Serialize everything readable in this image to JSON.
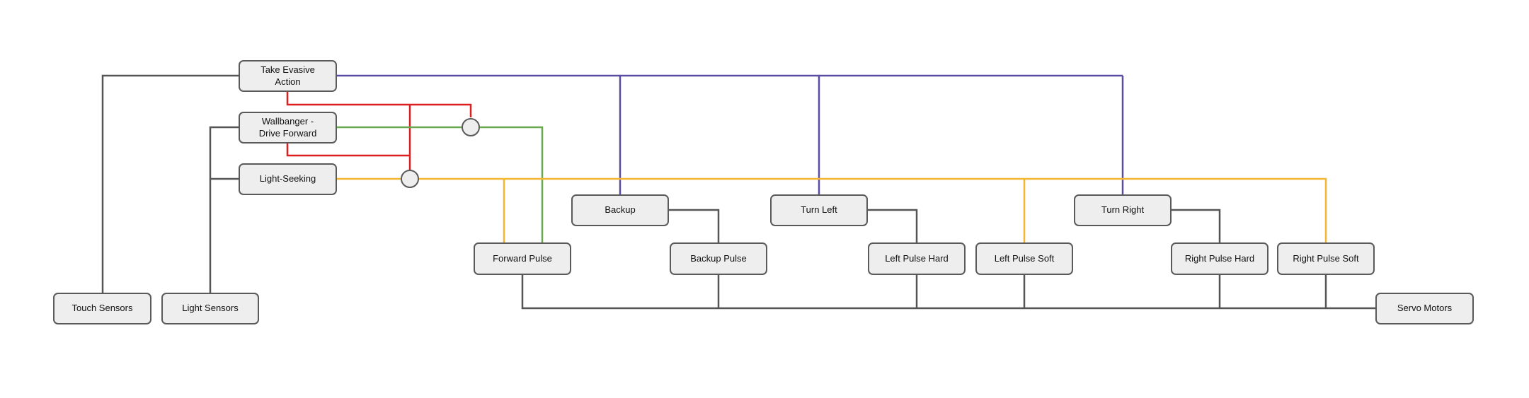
{
  "diagram": {
    "colors": {
      "wire_gray": "#555555",
      "wire_red": "#dd1f1f",
      "wire_green": "#69a84f",
      "wire_purple": "#5b4ba3",
      "wire_yellow": "#f2b632",
      "node_fill": "#eeeeee",
      "node_border": "#5a5a5a"
    },
    "nodes": {
      "take_evasive_action": "Take Evasive\nAction",
      "wallbanger_drive_forward": "Wallbanger -\nDrive Forward",
      "light_seeking": "Light-Seeking",
      "backup": "Backup",
      "turn_left": "Turn Left",
      "turn_right": "Turn Right",
      "forward_pulse": "Forward Pulse",
      "backup_pulse": "Backup Pulse",
      "left_pulse_hard": "Left Pulse Hard",
      "left_pulse_soft": "Left Pulse Soft",
      "right_pulse_hard": "Right Pulse Hard",
      "right_pulse_soft": "Right Pulse Soft",
      "touch_sensors": "Touch Sensors",
      "light_sensors": "Light Sensors",
      "servo_motors": "Servo Motors"
    }
  }
}
